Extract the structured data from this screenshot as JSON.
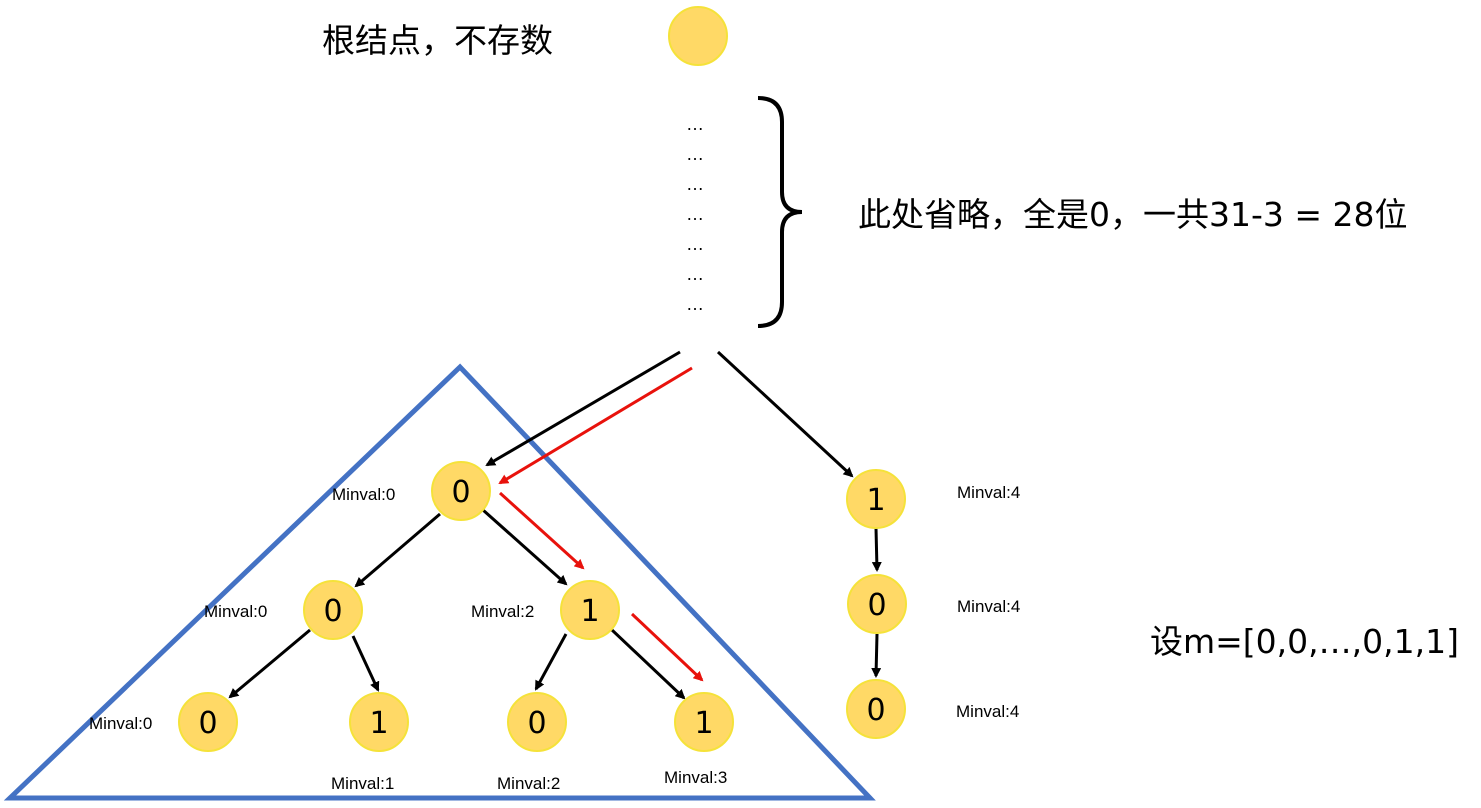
{
  "root_label": "根结点，不存数",
  "omitted_label": "此处省略，全是0，一共31-3 = 28位",
  "m_label": "设m=[0,0,…,0,1,1]",
  "ellipsis": "…",
  "colors": {
    "node_fill": "#ffd966",
    "triangle": "#4472c4",
    "black_arrow": "#000000",
    "red_arrow": "#e8120c"
  },
  "nodes": [
    {
      "id": "L1",
      "value": "0",
      "minval": "Minval:0"
    },
    {
      "id": "L2a",
      "value": "0",
      "minval": "Minval:0"
    },
    {
      "id": "L2b",
      "value": "1",
      "minval": "Minval:2"
    },
    {
      "id": "L3a",
      "value": "0",
      "minval": "Minval:0"
    },
    {
      "id": "L3b",
      "value": "1",
      "minval": "Minval:1"
    },
    {
      "id": "L3c",
      "value": "0",
      "minval": "Minval:2"
    },
    {
      "id": "L3d",
      "value": "1",
      "minval": "Minval:3"
    },
    {
      "id": "R1",
      "value": "1",
      "minval": "Minval:4"
    },
    {
      "id": "R2",
      "value": "0",
      "minval": "Minval:4"
    },
    {
      "id": "R3",
      "value": "0",
      "minval": "Minval:4"
    }
  ]
}
